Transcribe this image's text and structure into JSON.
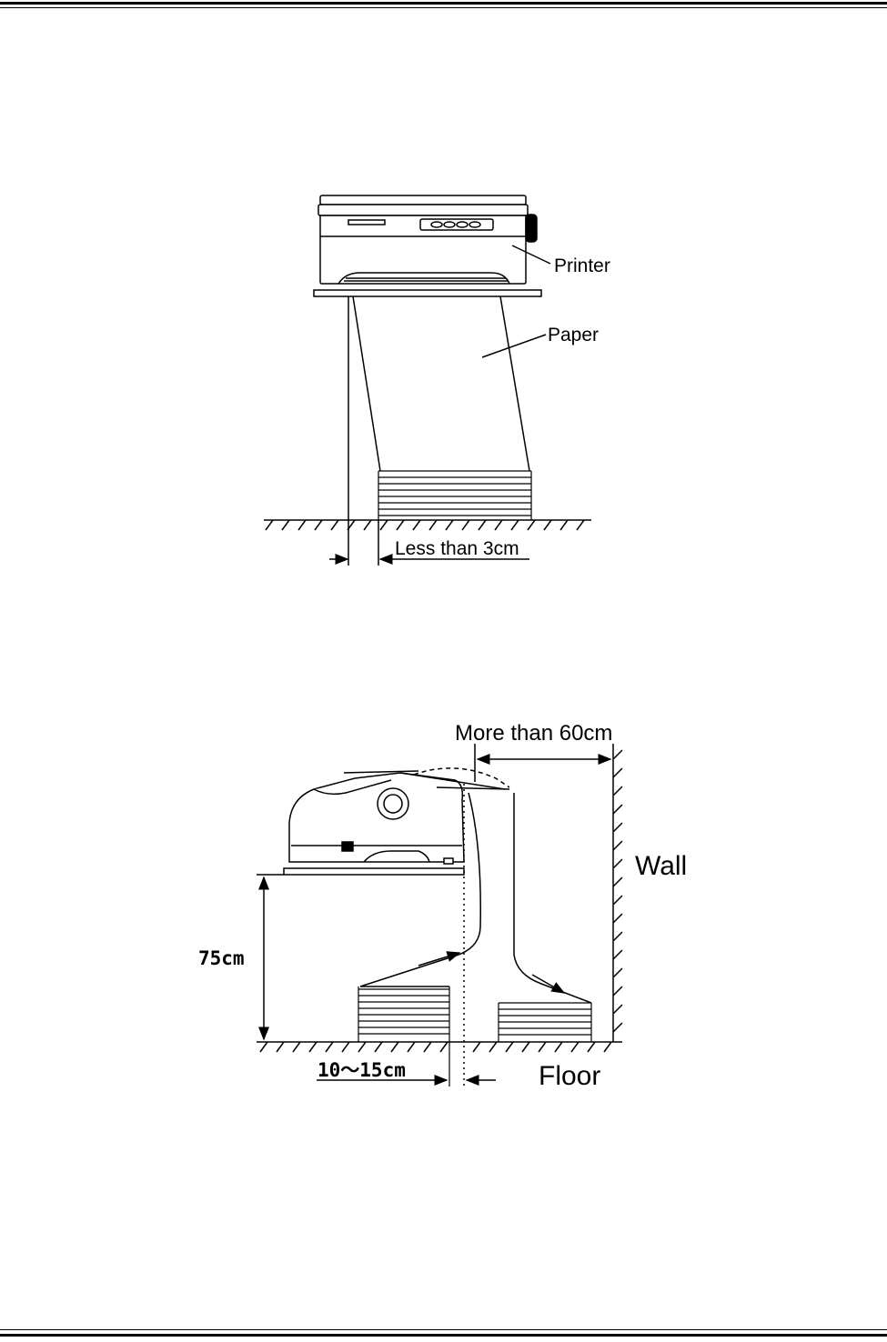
{
  "figure_top": {
    "printer_label": "Printer",
    "paper_label": "Paper",
    "distance_label": "Less than 3cm"
  },
  "figure_bottom": {
    "clearance_label": "More than 60cm",
    "wall_label": "Wall",
    "height_label": "75cm",
    "gap_label": "10～15cm",
    "floor_label": "Floor"
  }
}
